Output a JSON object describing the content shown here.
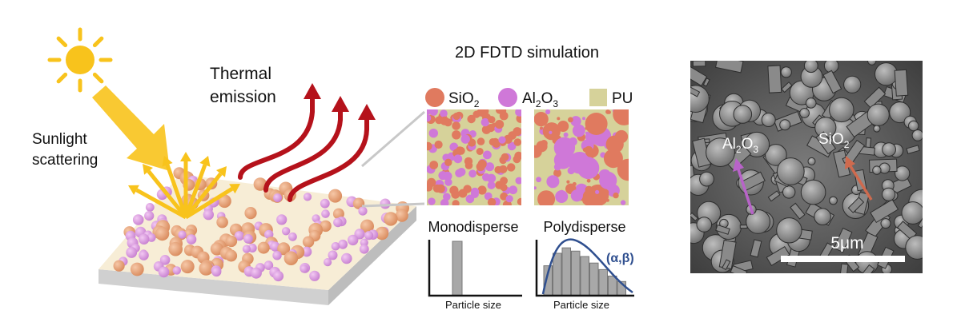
{
  "labels": {
    "thermal_line1": "Thermal",
    "thermal_line2": "emission",
    "sunlight_line1": "Sunlight",
    "sunlight_line2": "scattering"
  },
  "simulation": {
    "title": "2D FDTD simulation",
    "legend": [
      {
        "key": "sio2",
        "base": "SiO",
        "sub": "2",
        "color": "#e07a5f"
      },
      {
        "key": "al2o3",
        "base": "Al",
        "sub1": "2",
        "mid": "O",
        "sub2": "3",
        "color": "#cf78d8"
      },
      {
        "key": "pu",
        "base": "PU",
        "color": "#d6d29a"
      }
    ],
    "mono_label": "Monodisperse",
    "poly_label": "Polydisperse",
    "x_axis_label": "Particle size",
    "fit_params": "(α,β)"
  },
  "micrograph": {
    "al2o3": {
      "base": "Al",
      "sub1": "2",
      "mid": "O",
      "sub2": "3"
    },
    "sio2": {
      "base": "SiO",
      "sub": "2"
    },
    "scale_bar": "5μm"
  },
  "colors": {
    "sio2": "#e07a5f",
    "al2o3": "#cf78d8",
    "pu": "#d6d29a",
    "sun": "#f8c31c",
    "thermal_arrow": "#b5121b",
    "fit_curve": "#2f4f8f",
    "bar": "#a8a8a8",
    "sem_arrow_al": "#b863c9",
    "sem_arrow_si": "#cf6a4e"
  },
  "histograms": {
    "mono": {
      "bars": [
        1.0
      ]
    },
    "poly": {
      "bars": [
        0.55,
        0.78,
        0.88,
        0.82,
        0.72,
        0.6,
        0.48,
        0.36,
        0.26
      ]
    }
  }
}
